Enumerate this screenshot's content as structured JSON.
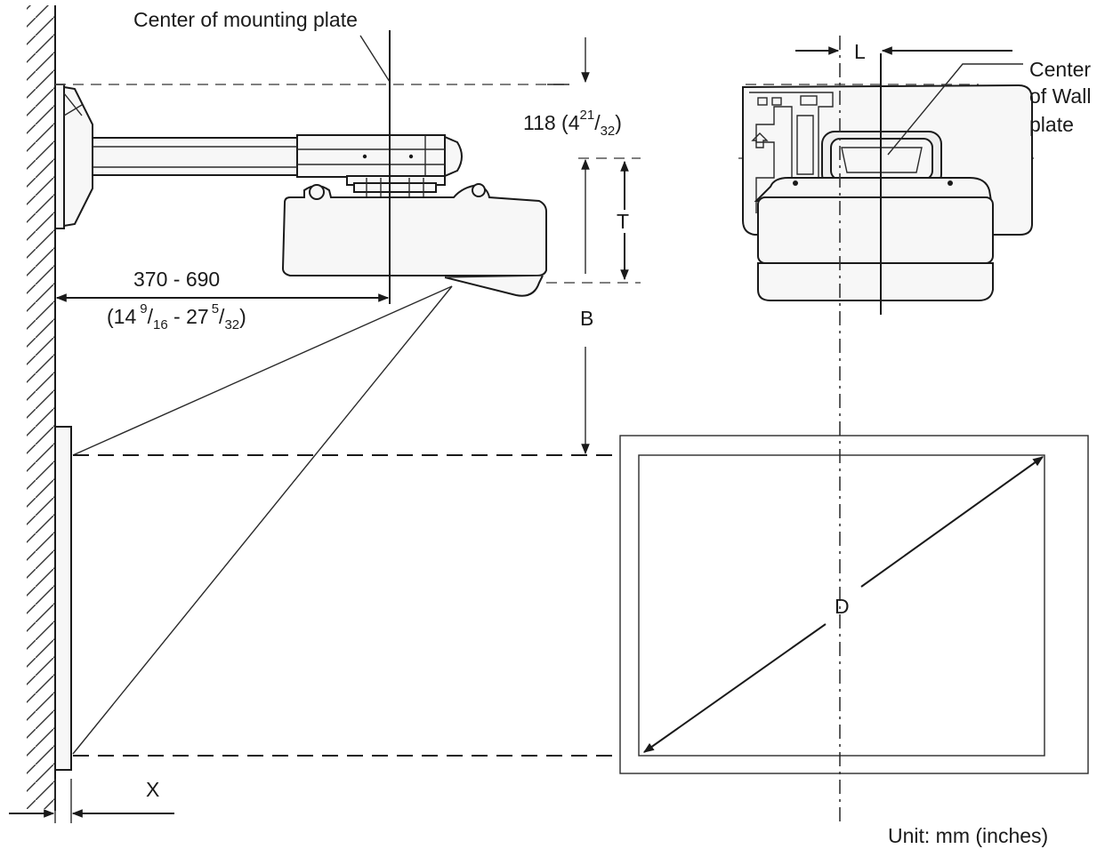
{
  "labels": {
    "center_mounting_plate": "Center of mounting plate",
    "center_wall_plate": [
      "Center",
      "of Wall",
      "plate"
    ],
    "dim_118_main": "118 (4",
    "dim_118_num": "21",
    "dim_118_den": "32",
    "dim_118_close": ")",
    "dim_370_690": "370 - 690",
    "dim_inch_open": "(14",
    "dim_inch_num1": "9",
    "dim_inch_den1": "16",
    "dim_inch_mid": " - 27",
    "dim_inch_num2": "5",
    "dim_inch_den2": "32",
    "dim_inch_close": ")",
    "T": "T",
    "B": "B",
    "L": "L",
    "D": "D",
    "X": "X",
    "unit": "Unit: mm (inches)"
  },
  "colors": {
    "line": "#1a1a1a",
    "background": "#ffffff"
  }
}
